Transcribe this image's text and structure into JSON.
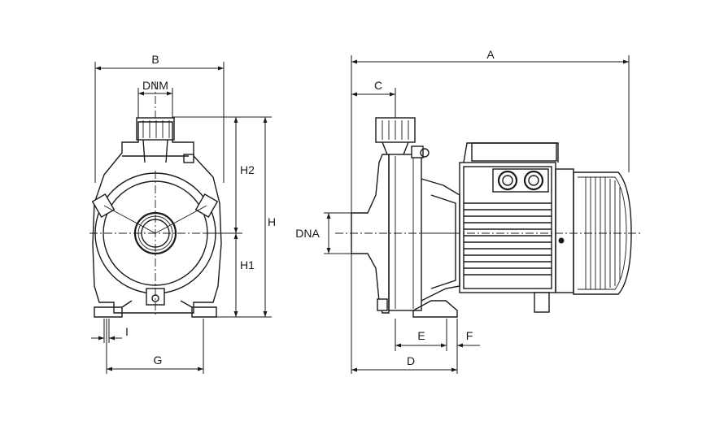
{
  "labels": {
    "A": "A",
    "B": "B",
    "C": "C",
    "D": "D",
    "E": "E",
    "F": "F",
    "G": "G",
    "H": "H",
    "H1": "H1",
    "H2": "H2",
    "I": "I",
    "DNM": "DNM",
    "DNA": "DNA"
  }
}
